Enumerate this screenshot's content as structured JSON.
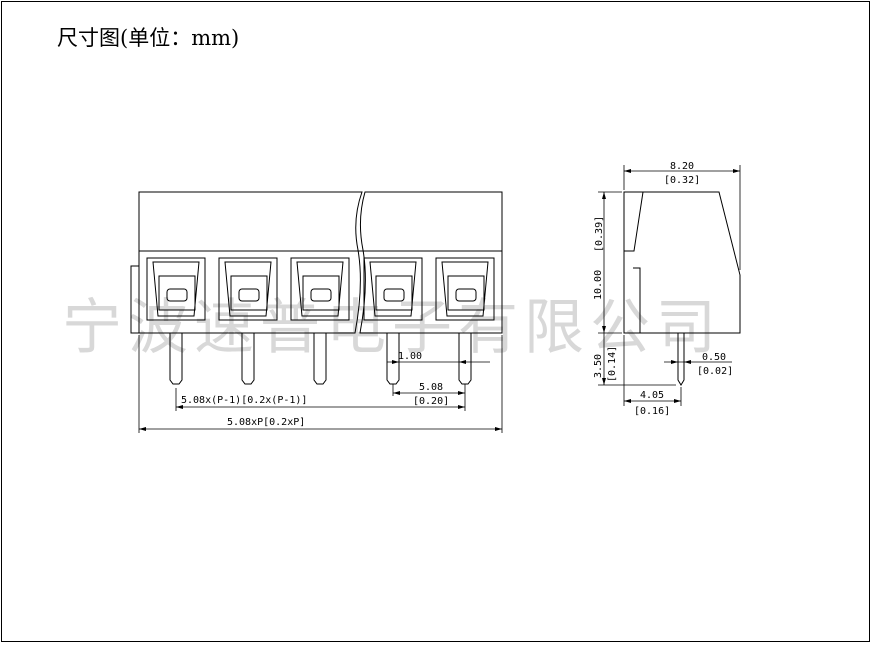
{
  "title": "尺寸图(单位：mm)",
  "watermark": "宁波速普电子有限公司",
  "front_view": {
    "pitch_dim": "5.08",
    "pitch_dim_inch": "[0.20]",
    "pin_dim": "1.00",
    "span_dim": "5.08x(P-1)[0.2x(P-1)]",
    "total_dim": "5.08xP[0.2xP]"
  },
  "side_view": {
    "width_dim": "8.20",
    "width_dim_inch": "[0.32]",
    "height_dim": "10.00",
    "height_dim_inch": "[0.39]",
    "pin_len_dim": "3.50",
    "pin_len_dim_inch": "[0.14]",
    "pin_dim": "0.50",
    "pin_dim_inch": "[0.02]",
    "offset_dim": "4.05",
    "offset_dim_inch": "[0.16]"
  }
}
